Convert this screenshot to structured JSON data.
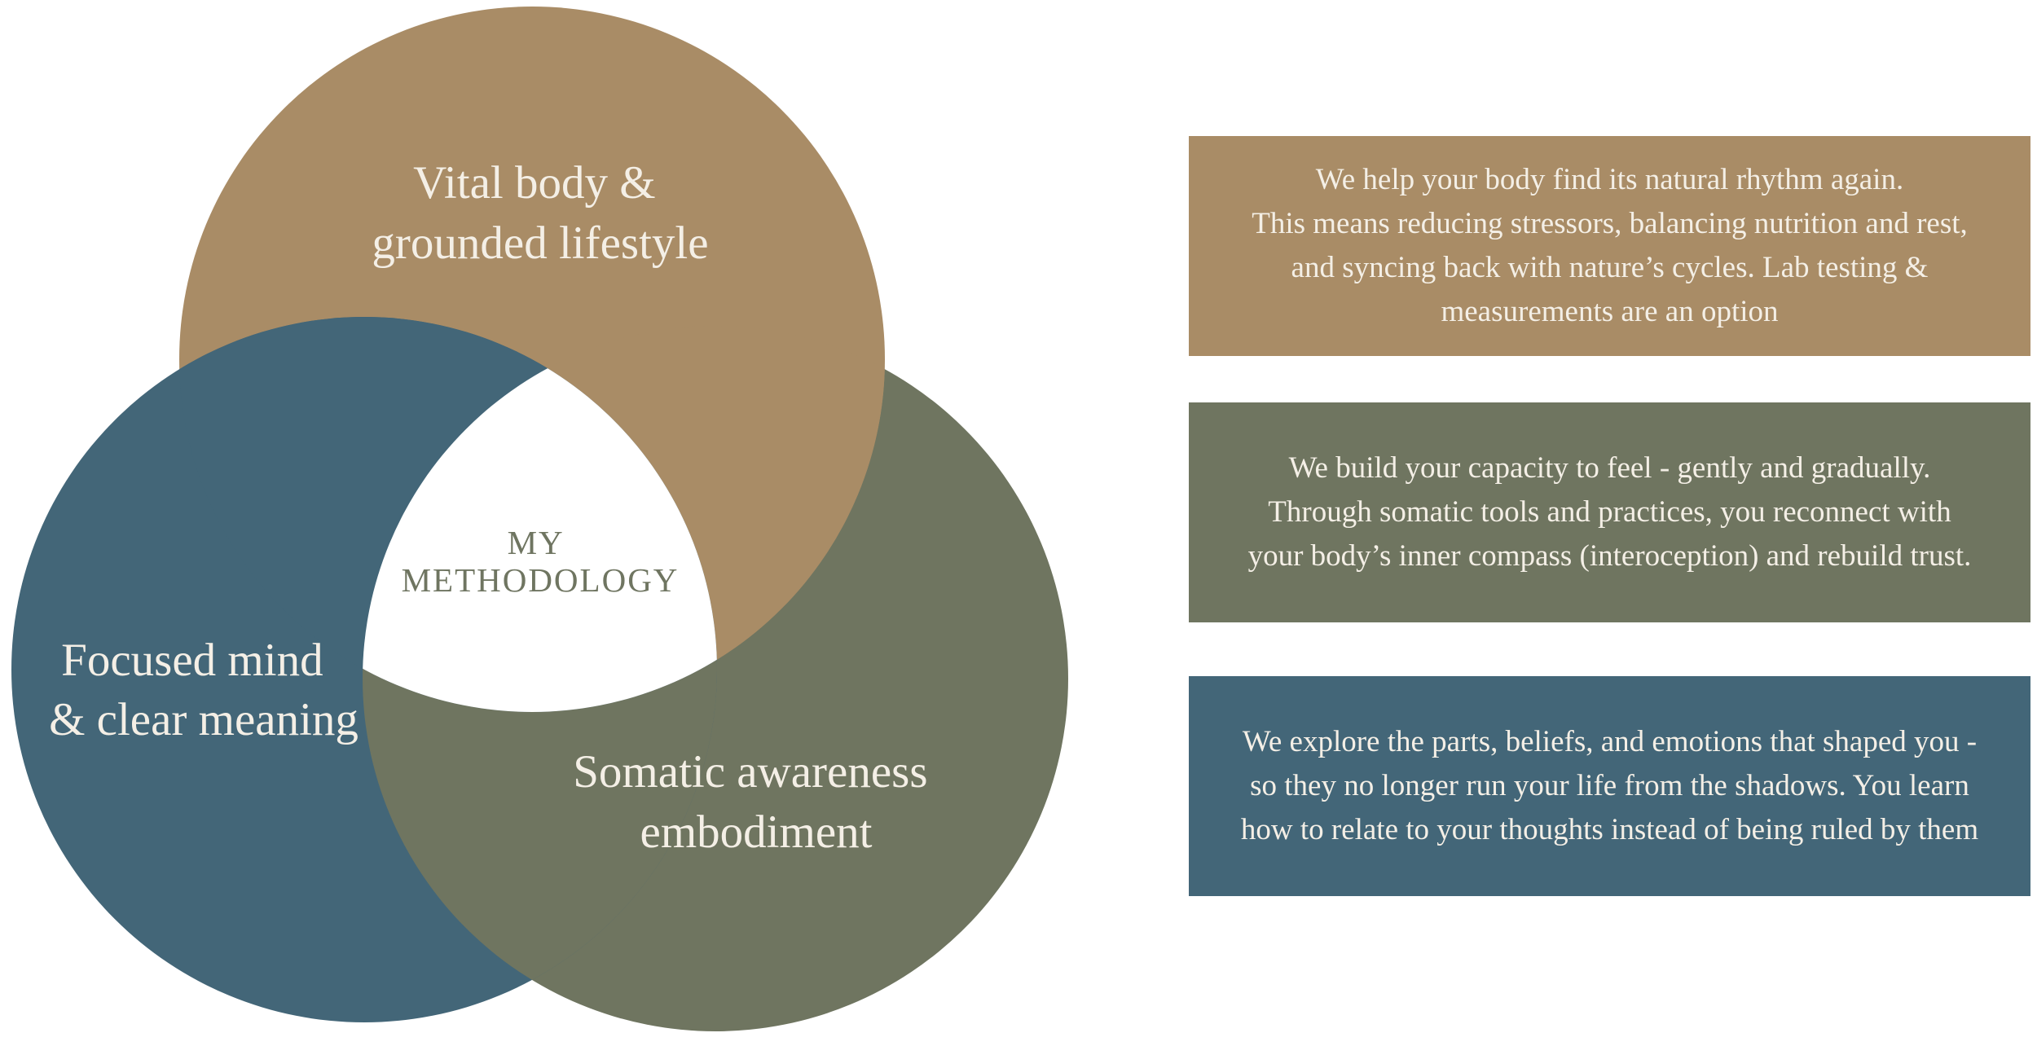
{
  "colors": {
    "tan": "#a98c66",
    "olive": "#6f7560",
    "slate_blue": "#436678",
    "center_fill": "#ffffff",
    "light_text": "#f4efe6",
    "center_text": "#6f7561"
  },
  "diagram": {
    "center_label": [
      "MY",
      "METHODOLOGY"
    ],
    "circles": {
      "top": {
        "label_lines": [
          "Vital body &",
          "grounded lifestyle"
        ]
      },
      "left": {
        "label_lines": [
          "Focused mind",
          "& clear meaning"
        ]
      },
      "right": {
        "label_lines": [
          "Somatic awareness",
          "embodiment"
        ]
      }
    }
  },
  "panels": [
    {
      "lines": [
        "We help your body find its natural rhythm again.",
        "This means reducing stressors, balancing nutrition and rest,",
        "and syncing back with nature’s cycles. Lab testing &",
        "measurements are an option"
      ]
    },
    {
      "lines": [
        "We build your capacity to feel - gently and gradually.",
        "Through somatic tools and practices, you reconnect with",
        "your body’s inner compass (interoception) and rebuild trust."
      ]
    },
    {
      "lines": [
        "We explore the parts, beliefs, and emotions that shaped you -",
        "so they no longer run your life from the shadows. You learn",
        "how to relate to your thoughts instead of being ruled by them"
      ]
    }
  ]
}
